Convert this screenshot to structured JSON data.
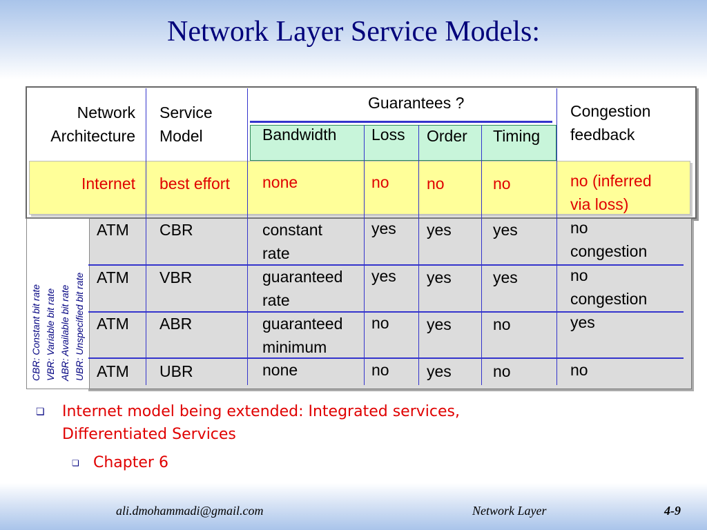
{
  "title": "Network Layer Service Models:",
  "table": {
    "headers": {
      "network_architecture": [
        "Network",
        "Architecture"
      ],
      "service_model": [
        "Service",
        "Model"
      ],
      "guarantees": "Guarantees ?",
      "bandwidth": "Bandwidth",
      "loss": "Loss",
      "order": "Order",
      "timing": "Timing",
      "congestion": [
        "Congestion",
        "feedback"
      ]
    },
    "internet_row": {
      "arch": "Internet",
      "model": "best effort",
      "bandwidth": "none",
      "loss": "no",
      "order": "no",
      "timing": "no",
      "congestion": [
        "no (inferred",
        "via loss)"
      ]
    },
    "atm_rows": [
      {
        "arch": "ATM",
        "model": "CBR",
        "bandwidth": [
          "constant",
          "rate"
        ],
        "loss": "yes",
        "order": "yes",
        "timing": "yes",
        "congestion": [
          "no",
          "congestion"
        ]
      },
      {
        "arch": "ATM",
        "model": "VBR",
        "bandwidth": [
          "guaranteed",
          "rate"
        ],
        "loss": "yes",
        "order": "yes",
        "timing": "yes",
        "congestion": [
          "no",
          "congestion"
        ]
      },
      {
        "arch": "ATM",
        "model": "ABR",
        "bandwidth": [
          "guaranteed",
          "minimum"
        ],
        "loss": "no",
        "order": "yes",
        "timing": "no",
        "congestion": [
          "yes",
          ""
        ]
      },
      {
        "arch": "ATM",
        "model": "UBR",
        "bandwidth": [
          "none",
          ""
        ],
        "loss": "no",
        "order": "yes",
        "timing": "no",
        "congestion": [
          "no",
          ""
        ]
      }
    ]
  },
  "abbreviations": [
    "CBR: Constant bit rate",
    "VBR: Variable bit rate",
    "ABR: Available bit rate",
    "UBR: Unspecified bit rate"
  ],
  "notes": {
    "bullet1": [
      "Internet model being extended: Integrated services,",
      "Differentiated Services"
    ],
    "bullet2": "Chapter 6"
  },
  "footer": {
    "email": "ali.dmohammadi@gmail.com",
    "center": "Network Layer",
    "page": "4-9"
  }
}
